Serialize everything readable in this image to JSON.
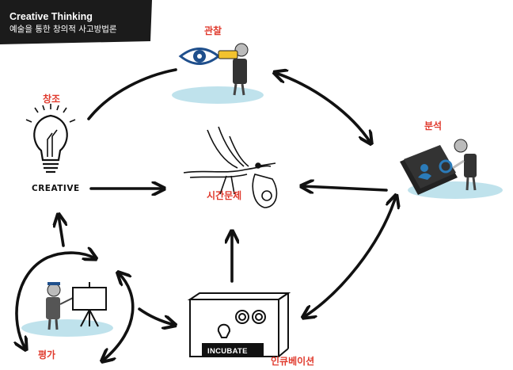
{
  "badge": {
    "title": "Creative Thinking",
    "subtitle": "예술을 통한 창의적 사고방법론"
  },
  "nodes": {
    "observe": "관찰",
    "create": "창조",
    "analyze": "분석",
    "center": "시간문제",
    "evaluate": "평가",
    "incubate": "인큐베이션"
  },
  "icon_text": {
    "creative": "CREATIVE",
    "incubate": "INCUBATE"
  },
  "colors": {
    "label_red": "#e03a2d",
    "platform_blue": "#bfe2ec",
    "ink": "#1a1a1a",
    "eye_blue": "#1f4f8c",
    "magnifier_blue": "#2b7bb9",
    "binoculars_yellow": "#f2c22e"
  }
}
